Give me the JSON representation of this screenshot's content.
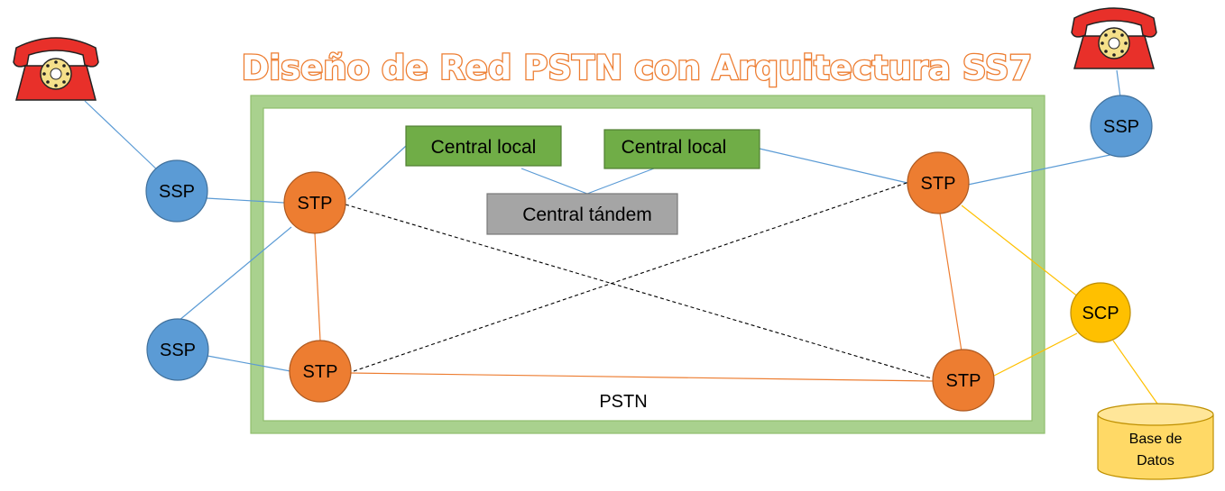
{
  "title": "Diseño de Red PSTN con Arquitectura SS7",
  "network_label": "PSTN",
  "colors": {
    "ssp": "#5b9bd5",
    "stp": "#ed7d31",
    "scp": "#ffc000",
    "central_local": "#70ad47",
    "central_tandem": "#a5a5a5",
    "frame": "#a9d18e",
    "phone": "#e8302a",
    "database": "#ffd966"
  },
  "nodes": {
    "ssp_left_top": "SSP",
    "ssp_left_bottom": "SSP",
    "ssp_right": "SSP",
    "stp_top_left": "STP",
    "stp_bottom_left": "STP",
    "stp_top_right": "STP",
    "stp_bottom_right": "STP",
    "scp": "SCP"
  },
  "boxes": {
    "central_local_1": "Central local",
    "central_local_2": "Central local",
    "central_tandem": "Central tándem"
  },
  "database": {
    "line1": "Base de",
    "line2": "Datos"
  },
  "icons": {
    "phone_left": "telephone-icon",
    "phone_right": "telephone-icon"
  }
}
